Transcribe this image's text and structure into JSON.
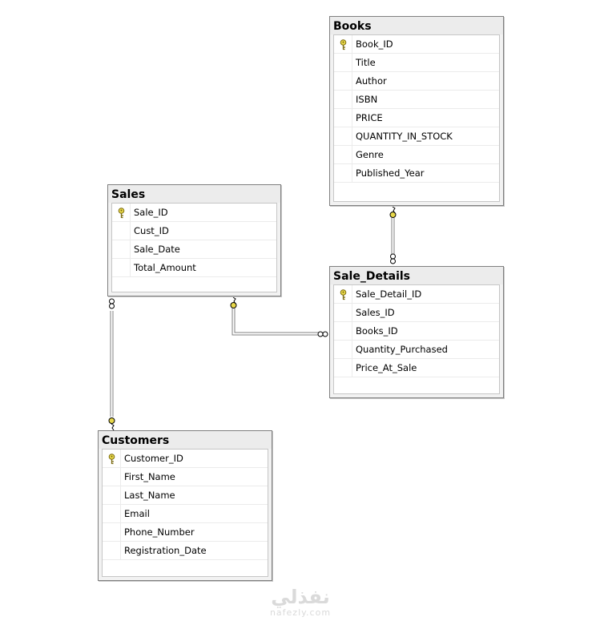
{
  "tables": {
    "books": {
      "title": "Books",
      "columns": [
        {
          "name": "Book_ID",
          "pk": true
        },
        {
          "name": "Title"
        },
        {
          "name": "Author"
        },
        {
          "name": "ISBN"
        },
        {
          "name": "PRICE"
        },
        {
          "name": "QUANTITY_IN_STOCK"
        },
        {
          "name": "Genre"
        },
        {
          "name": "Published_Year"
        }
      ]
    },
    "sales": {
      "title": "Sales",
      "columns": [
        {
          "name": "Sale_ID",
          "pk": true
        },
        {
          "name": "Cust_ID"
        },
        {
          "name": "Sale_Date"
        },
        {
          "name": "Total_Amount"
        }
      ]
    },
    "sale_details": {
      "title": "Sale_Details",
      "columns": [
        {
          "name": "Sale_Detail_ID",
          "pk": true
        },
        {
          "name": "Sales_ID"
        },
        {
          "name": "Books_ID"
        },
        {
          "name": "Quantity_Purchased"
        },
        {
          "name": "Price_At_Sale"
        }
      ]
    },
    "customers": {
      "title": "Customers",
      "columns": [
        {
          "name": "Customer_ID",
          "pk": true
        },
        {
          "name": "First_Name"
        },
        {
          "name": "Last_Name"
        },
        {
          "name": "Email"
        },
        {
          "name": "Phone_Number"
        },
        {
          "name": "Registration_Date"
        }
      ]
    }
  },
  "relationships": [
    {
      "from": "books",
      "to": "sale_details",
      "from_end": "one",
      "to_end": "many"
    },
    {
      "from": "sales",
      "to": "sale_details",
      "from_end": "one",
      "to_end": "many"
    },
    {
      "from": "customers",
      "to": "sales",
      "from_end": "one",
      "to_end": "many"
    }
  ],
  "watermark": {
    "arabic": "نفذلي",
    "latin": "nafezly.com"
  },
  "colors": {
    "key": "#e8d84a",
    "border": "#7f7f7f",
    "line": "#808080"
  }
}
